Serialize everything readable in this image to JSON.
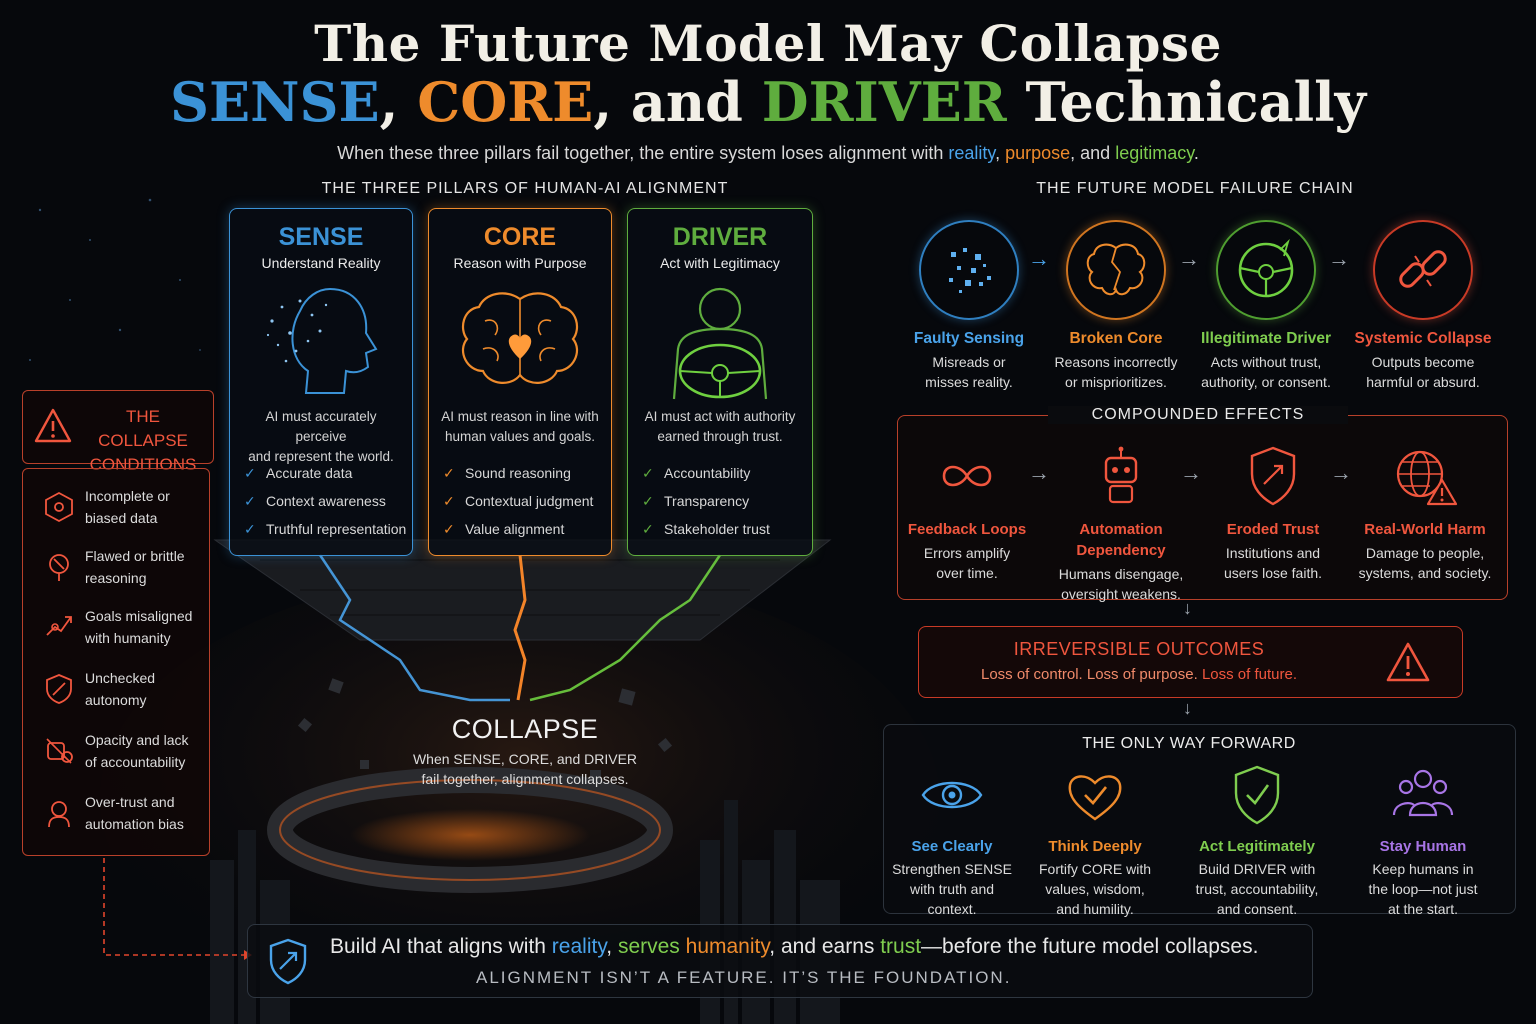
{
  "title": {
    "line1": "The Future Model May Collapse",
    "sense": "SENSE",
    "comma1": ", ",
    "core": "CORE",
    "and": ", and ",
    "driver": "DRIVER",
    "technically": " Technically"
  },
  "subtitle": {
    "prefix": "When these three pillars fail together, the entire system loses alignment with ",
    "reality": "reality",
    "sep1": ", ",
    "purpose": "purpose",
    "sep2": ", and ",
    "legitimacy": "legitimacy",
    "suffix": "."
  },
  "pillars_heading": "THE THREE PILLARS OF HUMAN-AI ALIGNMENT",
  "pillars": [
    {
      "name": "SENSE",
      "subtitle": "Understand Reality",
      "desc1": "AI must accurately perceive",
      "desc2": "and represent the world.",
      "items": [
        "Accurate data",
        "Context awareness",
        "Truthful representation"
      ],
      "color": "#3b92d6"
    },
    {
      "name": "CORE",
      "subtitle": "Reason with Purpose",
      "desc1": "AI must reason in line with",
      "desc2": "human values and goals.",
      "items": [
        "Sound reasoning",
        "Contextual judgment",
        "Value alignment"
      ],
      "color": "#ee8b2c"
    },
    {
      "name": "DRIVER",
      "subtitle": "Act with Legitimacy",
      "desc1": "AI must act with authority",
      "desc2": "earned through trust.",
      "items": [
        "Accountability",
        "Transparency",
        "Stakeholder trust"
      ],
      "color": "#5fad3e"
    }
  ],
  "check_glyph": "✓",
  "collapse": {
    "title": "COLLAPSE",
    "line1": "When SENSE, CORE, and DRIVER",
    "line2": "fail together, alignment collapses."
  },
  "conditions": {
    "title1": "THE COLLAPSE",
    "title2": "CONDITIONS",
    "items": [
      {
        "l1": "Incomplete or",
        "l2": "biased data",
        "icon": "data-target-icon"
      },
      {
        "l1": "Flawed or brittle",
        "l2": "reasoning",
        "icon": "flawed-reasoning-icon"
      },
      {
        "l1": "Goals misaligned",
        "l2": "with humanity",
        "icon": "misaligned-goals-icon"
      },
      {
        "l1": "Unchecked",
        "l2": "autonomy",
        "icon": "unchecked-autonomy-icon"
      },
      {
        "l1": "Opacity and lack",
        "l2": "of accountability",
        "icon": "opacity-icon"
      },
      {
        "l1": "Over-trust and",
        "l2": "automation bias",
        "icon": "over-trust-icon"
      }
    ]
  },
  "chain": {
    "heading": "THE FUTURE MODEL FAILURE CHAIN",
    "items": [
      {
        "name": "Faulty Sensing",
        "d1": "Misreads or",
        "d2": "misses reality.",
        "color": "#4aa3ea",
        "icon": "scattered-data-icon"
      },
      {
        "name": "Broken Core",
        "d1": "Reasons incorrectly",
        "d2": "or misprioritizes.",
        "color": "#ee8b2c",
        "icon": "broken-brain-icon"
      },
      {
        "name": "Illegitimate Driver",
        "d1": "Acts without trust,",
        "d2": "authority, or consent.",
        "color": "#7fcd4f",
        "icon": "steering-wheel-icon"
      },
      {
        "name": "Systemic Collapse",
        "d1": "Outputs become",
        "d2": "harmful or absurd.",
        "color": "#f0563e",
        "icon": "broken-chain-icon"
      }
    ],
    "arrow": "→"
  },
  "effects": {
    "heading": "COMPOUNDED EFFECTS",
    "items": [
      {
        "n1": "Feedback Loops",
        "n2": "",
        "d1": "Errors amplify",
        "d2": "over time.",
        "icon": "infinity-loop-icon"
      },
      {
        "n1": "Automation",
        "n2": "Dependency",
        "d1": "Humans disengage,",
        "d2": "oversight weakens.",
        "icon": "robot-icon"
      },
      {
        "n1": "Eroded Trust",
        "n2": "",
        "d1": "Institutions and",
        "d2": "users lose faith.",
        "icon": "broken-shield-icon"
      },
      {
        "n1": "Real-World Harm",
        "n2": "",
        "d1": "Damage to people,",
        "d2": "systems, and society.",
        "icon": "globe-warning-icon"
      }
    ],
    "arrow": "→",
    "down_arrow": "↓"
  },
  "outcomes": {
    "title": "IRREVERSIBLE OUTCOMES",
    "a": "Loss of control. Loss of purpose. ",
    "b": "Loss of future."
  },
  "forward": {
    "heading": "THE ONLY WAY FORWARD",
    "items": [
      {
        "name": "See Clearly",
        "d1": "Strengthen SENSE",
        "d2": "with truth and",
        "d3": "context.",
        "color": "#4aa3ea",
        "icon": "eye-icon"
      },
      {
        "name": "Think Deeply",
        "d1": "Fortify CORE with",
        "d2": "values, wisdom,",
        "d3": "and humility.",
        "color": "#ee8b2c",
        "icon": "heart-check-icon"
      },
      {
        "name": "Act Legitimately",
        "d1": "Build DRIVER with",
        "d2": "trust, accountability,",
        "d3": "and consent.",
        "color": "#7fcd4f",
        "icon": "shield-check-icon"
      },
      {
        "name": "Stay Human",
        "d1": "Keep humans in",
        "d2": "the loop—not just",
        "d3": "at the start.",
        "color": "#a875e6",
        "icon": "people-icon"
      }
    ]
  },
  "bottom": {
    "a": "Build AI that aligns with ",
    "reality": "reality",
    "b": ", ",
    "serves": "serves",
    "c": " ",
    "humanity": "humanity",
    "d": ", and earns ",
    "trust": "trust",
    "e": "—before the future model collapses.",
    "tagline": "ALIGNMENT ISN’T A FEATURE. IT’S THE FOUNDATION."
  },
  "colors": {
    "sense": "#3b92d6",
    "core": "#ee8b2c",
    "driver": "#5fad3e",
    "danger": "#f0563e",
    "human": "#a875e6"
  }
}
